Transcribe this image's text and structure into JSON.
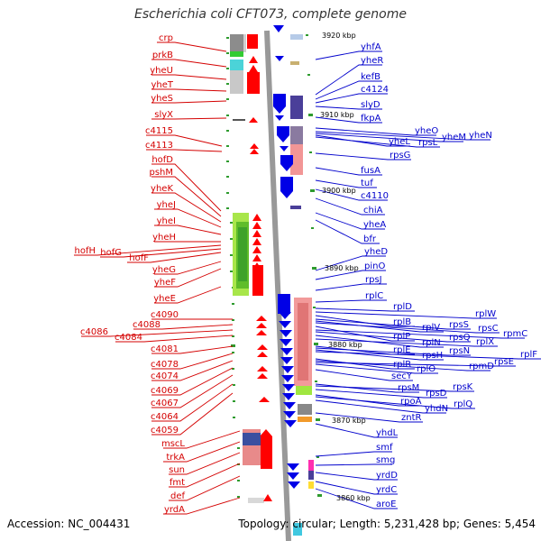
{
  "title": "Escherichia coli CFT073, complete genome",
  "footer": {
    "accession": "Accession: NC_004431",
    "info": "Topology: circular; Length: 5,231,428 bp; Genes: 5,454"
  },
  "colors": {
    "left_label": "#d40000",
    "right_label": "#0000cc",
    "backbone": "#8a8a8a"
  },
  "kbp_ticks": [
    "3920 kbp",
    "3910 kbp",
    "3900 kbp",
    "3890 kbp",
    "3880 kbp",
    "3870 kbp",
    "3860 kbp"
  ],
  "left_genes": [
    "crp",
    "prkB",
    "yheU",
    "yheT",
    "yheS",
    "slyX",
    "c4115",
    "c4113",
    "hofD",
    "pshM",
    "yheK",
    "yheJ",
    "yheI",
    "yheH",
    "hofH",
    "hofG",
    "hofF",
    "yheG",
    "yheF",
    "yheE",
    "c4090",
    "c4088",
    "c4086",
    "c4084",
    "c4081",
    "c4078",
    "c4074",
    "c4069",
    "c4067",
    "c4064",
    "c4059",
    "mscL",
    "trkA",
    "sun",
    "fmt",
    "def",
    "yrdA"
  ],
  "right_genes": [
    "yhfA",
    "yheR",
    "kefB",
    "c4124",
    "slyD",
    "fkpA",
    "yheO",
    "yheN",
    "yheM",
    "yheL",
    "rpsL",
    "rpsG",
    "fusA",
    "tuf",
    "c4110",
    "chiA",
    "yheA",
    "bfr",
    "yheD",
    "pinO",
    "rpsJ",
    "rplC",
    "rplD",
    "rplW",
    "rplB",
    "rpsS",
    "rplV",
    "rpsC",
    "rplP",
    "rpmC",
    "rpsQ",
    "rplN",
    "rplX",
    "rplE",
    "rpsN",
    "rpsH",
    "rplF",
    "rplR",
    "rpmD",
    "rpsE",
    "rplO",
    "secY",
    "rpsM",
    "rpsK",
    "rpsD",
    "rpoA",
    "rplQ",
    "yhdN",
    "zntR",
    "yhdL",
    "smf",
    "smg",
    "yrdD",
    "yrdC",
    "aroE"
  ]
}
